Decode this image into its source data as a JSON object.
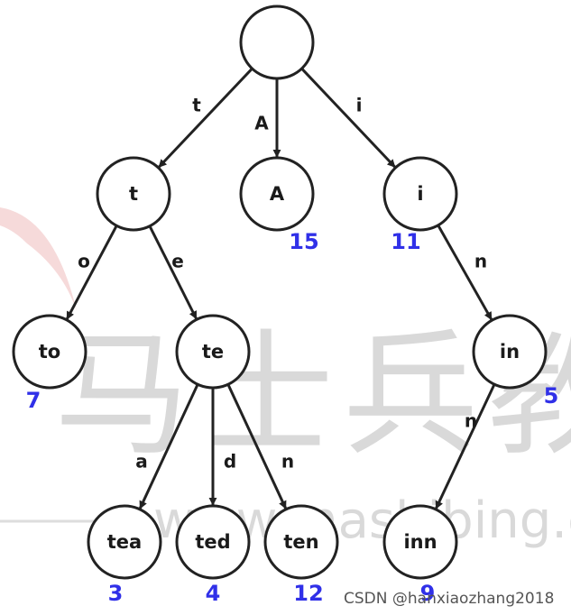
{
  "colors": {
    "node_stroke": "#222222",
    "edge": "#222222",
    "value": "#3030e8",
    "watermark": "#d9d9d9",
    "accent_mark": "#f2c6c6"
  },
  "nodes": [
    {
      "id": "root",
      "label": ""
    },
    {
      "id": "t",
      "label": "t"
    },
    {
      "id": "A",
      "label": "A",
      "value": "15"
    },
    {
      "id": "i",
      "label": "i",
      "value": "11"
    },
    {
      "id": "to",
      "label": "to",
      "value": "7"
    },
    {
      "id": "te",
      "label": "te"
    },
    {
      "id": "in",
      "label": "in",
      "value": "5"
    },
    {
      "id": "tea",
      "label": "tea",
      "value": "3"
    },
    {
      "id": "ted",
      "label": "ted",
      "value": "4"
    },
    {
      "id": "ten",
      "label": "ten",
      "value": "12"
    },
    {
      "id": "inn",
      "label": "inn",
      "value": "9"
    }
  ],
  "edges": [
    {
      "from": "root",
      "to": "t",
      "label": "t"
    },
    {
      "from": "root",
      "to": "A",
      "label": "A"
    },
    {
      "from": "root",
      "to": "i",
      "label": "i"
    },
    {
      "from": "t",
      "to": "to",
      "label": "o"
    },
    {
      "from": "t",
      "to": "te",
      "label": "e"
    },
    {
      "from": "i",
      "to": "in",
      "label": "n"
    },
    {
      "from": "te",
      "to": "tea",
      "label": "a"
    },
    {
      "from": "te",
      "to": "ted",
      "label": "d"
    },
    {
      "from": "te",
      "to": "ten",
      "label": "n"
    },
    {
      "from": "in",
      "to": "inn",
      "label": "n"
    }
  ],
  "watermark": {
    "chinese": "马士兵教",
    "url": "www.mashibing.co"
  },
  "credit": "CSDN @hanxiaozhang2018"
}
